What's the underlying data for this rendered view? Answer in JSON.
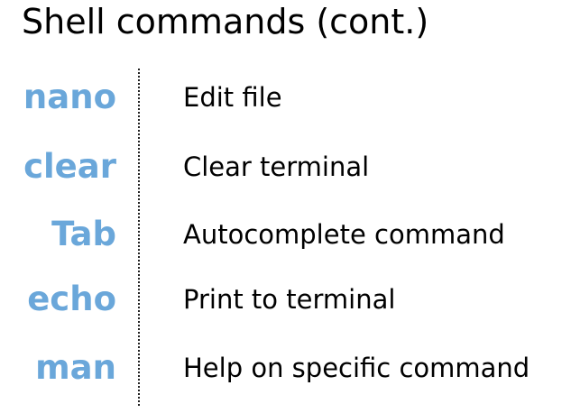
{
  "title": "Shell commands (cont.)",
  "rows": [
    {
      "command": "nano",
      "description": "Edit file"
    },
    {
      "command": "clear",
      "description": "Clear terminal"
    },
    {
      "command": "Tab",
      "description": "Autocomplete command"
    },
    {
      "command": "echo",
      "description": "Print to terminal"
    },
    {
      "command": "man",
      "description": "Help on specific command"
    }
  ],
  "colors": {
    "command": "#6aa7da",
    "text": "#000000"
  }
}
